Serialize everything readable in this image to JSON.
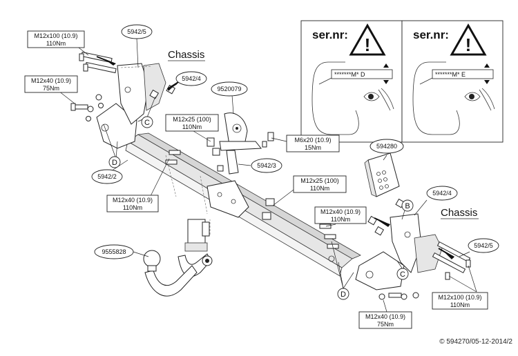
{
  "labels": {
    "part_5942_5_top": "5942/5",
    "part_5942_4_top": "5942/4",
    "part_9520079": "9520079",
    "part_5942_2": "5942/2",
    "part_5942_3": "5942/3",
    "part_594280": "594280",
    "part_5942_4_right": "5942/4",
    "part_5942_5_right": "5942/5",
    "part_9555828": "9555828",
    "chassis_top": "Chassis",
    "chassis_right": "Chassis",
    "letter_c_top": "C",
    "letter_d_left": "D",
    "letter_b_right": "B",
    "letter_c_right": "C",
    "letter_d_bottom": "D"
  },
  "specs": {
    "bolt_tl_size": "M12x100 (10.9)",
    "bolt_tl_torque": "110Nm",
    "bolt_l_size": "M12x40 (10.9)",
    "bolt_l_torque": "75Nm",
    "bolt_c1_size": "M12x25 (100)",
    "bolt_c1_torque": "110Nm",
    "bolt_m6_size": "M6x20 (10.9)",
    "bolt_m6_torque": "15Nm",
    "bolt_c2_size": "M12x25 (100)",
    "bolt_c2_torque": "110Nm",
    "bolt_ml_size": "M12x40 (10.9)",
    "bolt_ml_torque": "110Nm",
    "bolt_mr_size": "M12x40 (10.9)",
    "bolt_mr_torque": "110Nm",
    "bolt_br_size": "M12x100 (10.9)",
    "bolt_br_torque": "110Nm",
    "bolt_bm_size": "M12x40 (10.9)",
    "bolt_bm_torque": "75Nm"
  },
  "serial": {
    "left_title": "ser.nr:",
    "right_title": "ser.nr:",
    "left_code": "*******M* D",
    "right_code": "*******M* E"
  },
  "copyright": "© 594270/05-12-2014/2"
}
